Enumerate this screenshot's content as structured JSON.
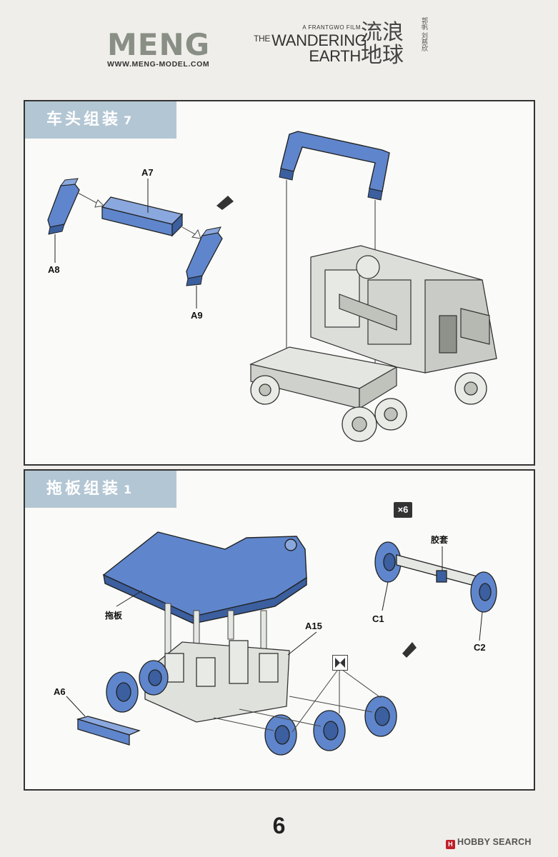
{
  "header": {
    "brand_wordmark": "MENG",
    "brand_url": "WWW.MENG-MODEL.COM",
    "film_presenter": "A FRANTGWO FILM",
    "film_the": "THE",
    "film_title_line1": "WANDERING",
    "film_title_line2": "EARTH",
    "film_title_cn": "流浪地球",
    "credits_cn": "郭帆 刘慈欣"
  },
  "step1": {
    "title": "车头组装",
    "number": "7",
    "parts": {
      "a7": "A7",
      "a8": "A8",
      "a9": "A9"
    }
  },
  "step2": {
    "title": "拖板组装",
    "number": "1",
    "quantity": "×6",
    "parts": {
      "tuoban": "拖板",
      "a15": "A15",
      "a6": "A6",
      "c1": "C1",
      "c2": "C2",
      "jiaotao": "胶套"
    }
  },
  "footer": {
    "page_number": "6",
    "watermark": "HOBBY SEARCH"
  },
  "colors": {
    "part_blue": "#5f86cc",
    "part_blue_dark": "#3b5f9f",
    "grey_part": "#d9dcd6",
    "tab": "#b3c6d3"
  }
}
